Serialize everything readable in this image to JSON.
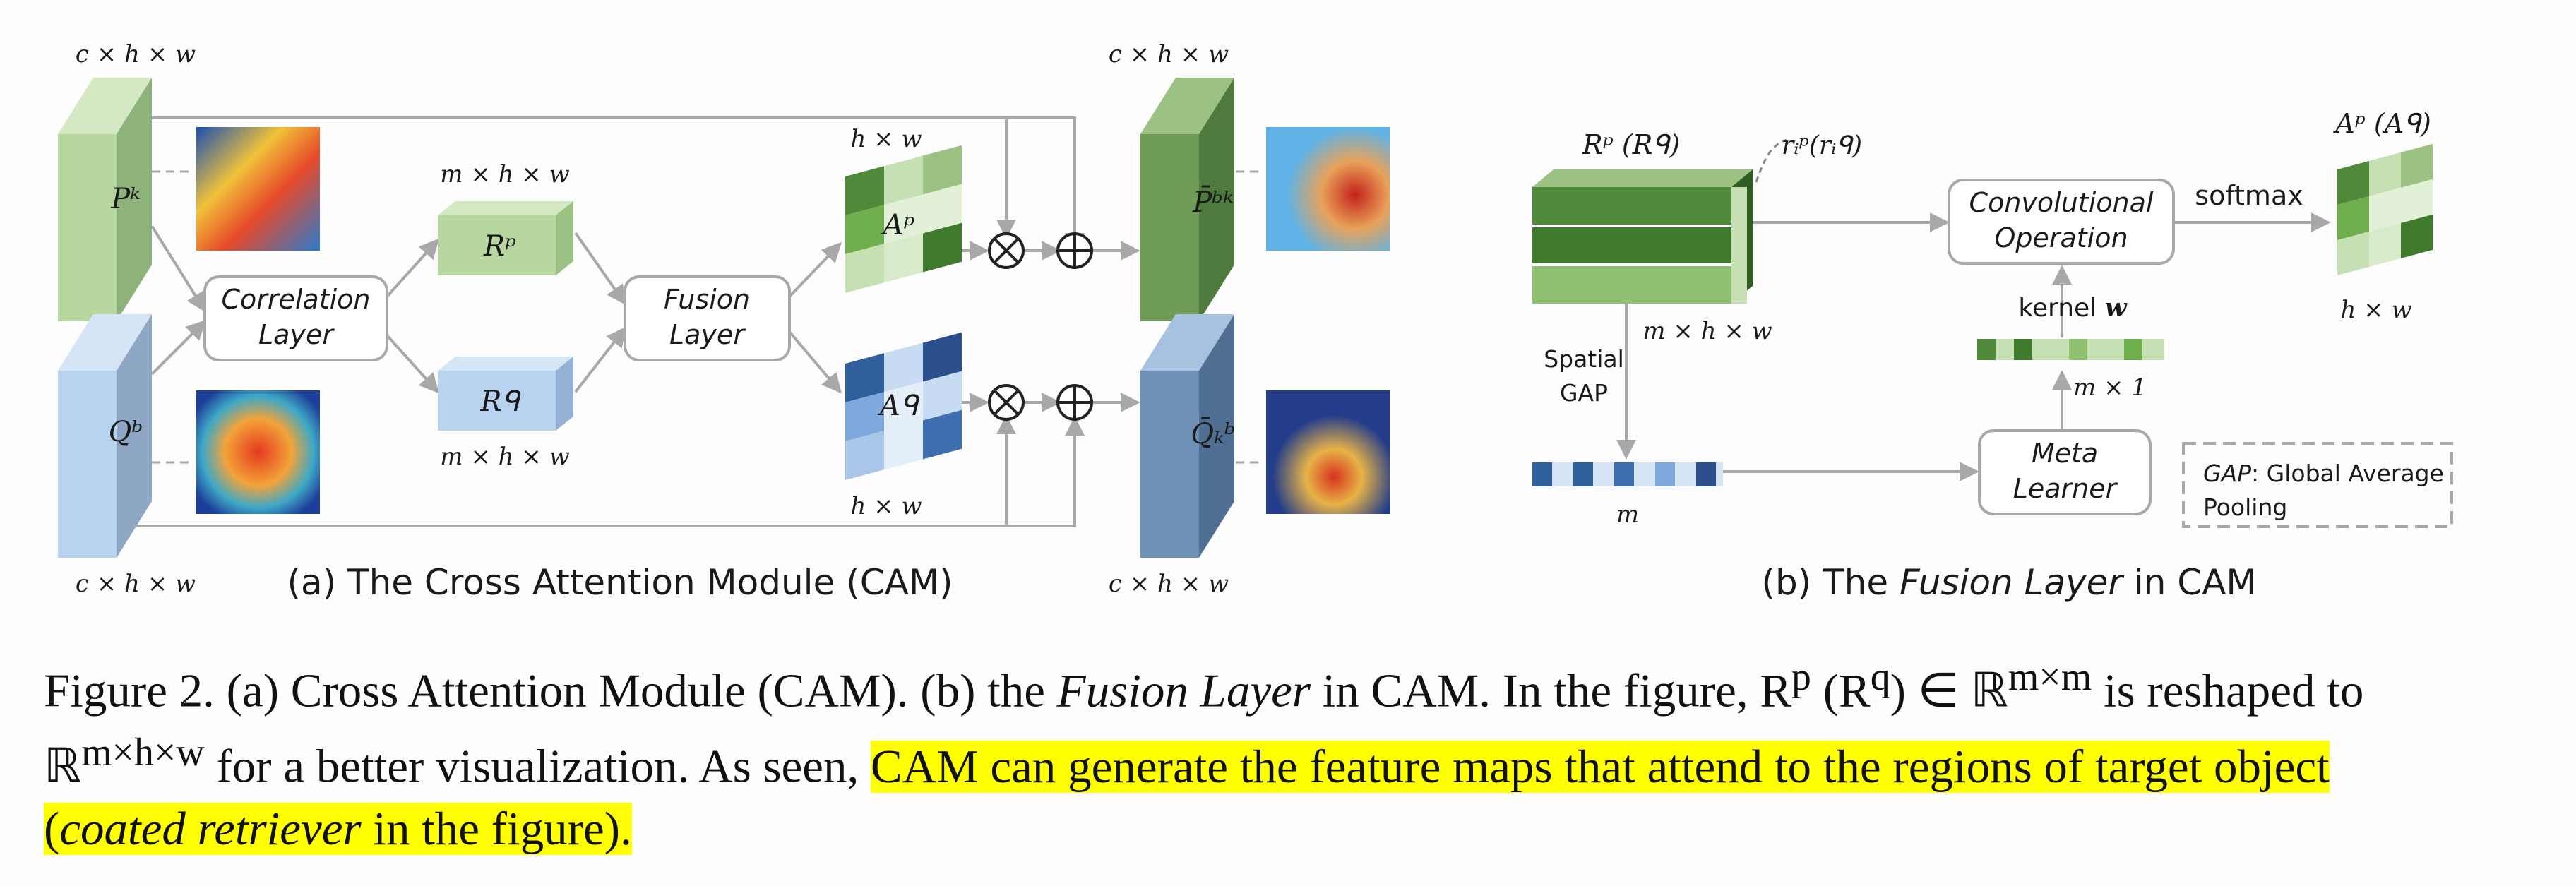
{
  "figure": {
    "panel_a": {
      "title": "(a) The Cross Attention Module (CAM)",
      "dim_top_left": "c × h × w",
      "dim_bottom_left": "c × h × w",
      "dim_top_right": "c × h × w",
      "dim_bottom_right": "c × h × w",
      "pk_label": "Pᵏ",
      "qb_label": "Qᵇ",
      "correlation_line1": "Correlation",
      "correlation_line2": "Layer",
      "rp_label": "Rᵖ",
      "rq_label": "Rᑫ",
      "rp_dim": "m × h × w",
      "rq_dim": "m × h × w",
      "fusion_line1": "Fusion",
      "fusion_line2": "Layer",
      "ap_label": "Aᵖ",
      "aq_label": "Aᑫ",
      "ap_dim": "h × w",
      "aq_dim": "h × w",
      "otimes": "⊗",
      "oplus": "⊕",
      "pbk_label": "P̄ᵇᵏ",
      "qkb_label": "Q̄ₖᵇ"
    },
    "panel_b": {
      "title_prefix": "(b) The ",
      "title_ital": "Fusion Layer",
      "title_suffix": " in CAM",
      "r_label": "Rᵖ (Rᑫ)",
      "ri_label": "rᵢᵖ(rᵢᑫ)",
      "r_dim": "m × h × w",
      "spatial_gap_1": "Spatial",
      "spatial_gap_2": "GAP",
      "m_label": "m",
      "conv_line1": "Convolutional",
      "conv_line2": "Operation",
      "softmax": "softmax",
      "a_label": "Aᵖ (Aᑫ)",
      "a_dim": "h × w",
      "kernel_label": "kernel ",
      "kernel_w": "w",
      "m1_dim": "m × 1",
      "meta_line1": "Meta",
      "meta_line2": "Learner",
      "gap_note_key": "GAP",
      "gap_note_rest": ": Global Average",
      "gap_note_line2": "Pooling"
    },
    "colors": {
      "green_light": "#b7d6a0",
      "green_dark": "#3f7a2d",
      "blue_light": "#b9d3ef",
      "blue_dark": "#2f5f9c",
      "highlight": "#ffff00"
    }
  },
  "caption": {
    "part1": "Figure 2. (a) Cross Attention Module (CAM). (b) the ",
    "part1_ital": "Fusion Layer",
    "part2": " in CAM. In the figure, R",
    "part2_sup": "p",
    "part3": " (R",
    "part3_sup": "q",
    "part4": ") ∈ ℝ",
    "part4_sup": "m×m",
    "part5": " is reshaped to ℝ",
    "part5_sup": "m×h×w",
    "part6": " for a better visualization. As seen, ",
    "hl1": "CAM can generate the feature maps that attend to the regions of target object (",
    "hl_ital": "coated retriever",
    "hl2": " in the figure)."
  }
}
